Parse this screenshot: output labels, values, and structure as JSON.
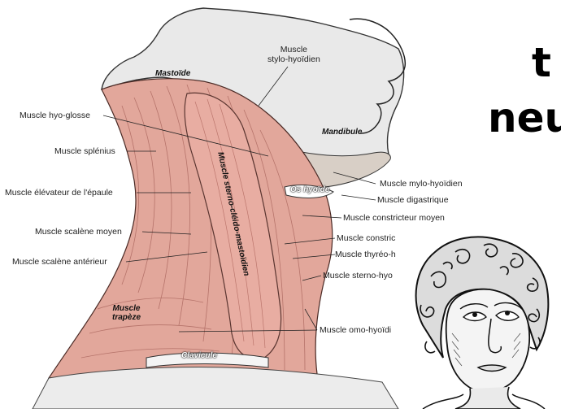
{
  "structures": {
    "mastoide": "Mastoïde",
    "mandibule": "Mandibule",
    "os_hyoide": "Os hyoïde",
    "clavicule": "Clavicule",
    "trapeze": "Muscle\ntrapèze",
    "sterno": "Muscle sterno-cléido-mastoïdien"
  },
  "labels": {
    "stylo": "Muscle\nstylo-hyoïdien",
    "hyo_glosse": "Muscle hyo-glosse",
    "splenius": "Muscle splénius",
    "elevateur": "Muscle élévateur de l'épaule",
    "scalene_moyen": "Muscle scalène moyen",
    "scalene_anterieur": "Muscle scalène antérieur",
    "mylo": "Muscle mylo-hyoïdien",
    "digastrique": "Muscle digastrique",
    "constricteur_moyen": "Muscle constricteur moyen",
    "constric": "Muscle constric",
    "thyreo": "Muscle thyréo-h",
    "sterno_hyo": "Muscle sterno-hyo",
    "omo": "Muscle omo-hyoïdi"
  },
  "overlay": {
    "line1": "t",
    "line2": "neu"
  }
}
